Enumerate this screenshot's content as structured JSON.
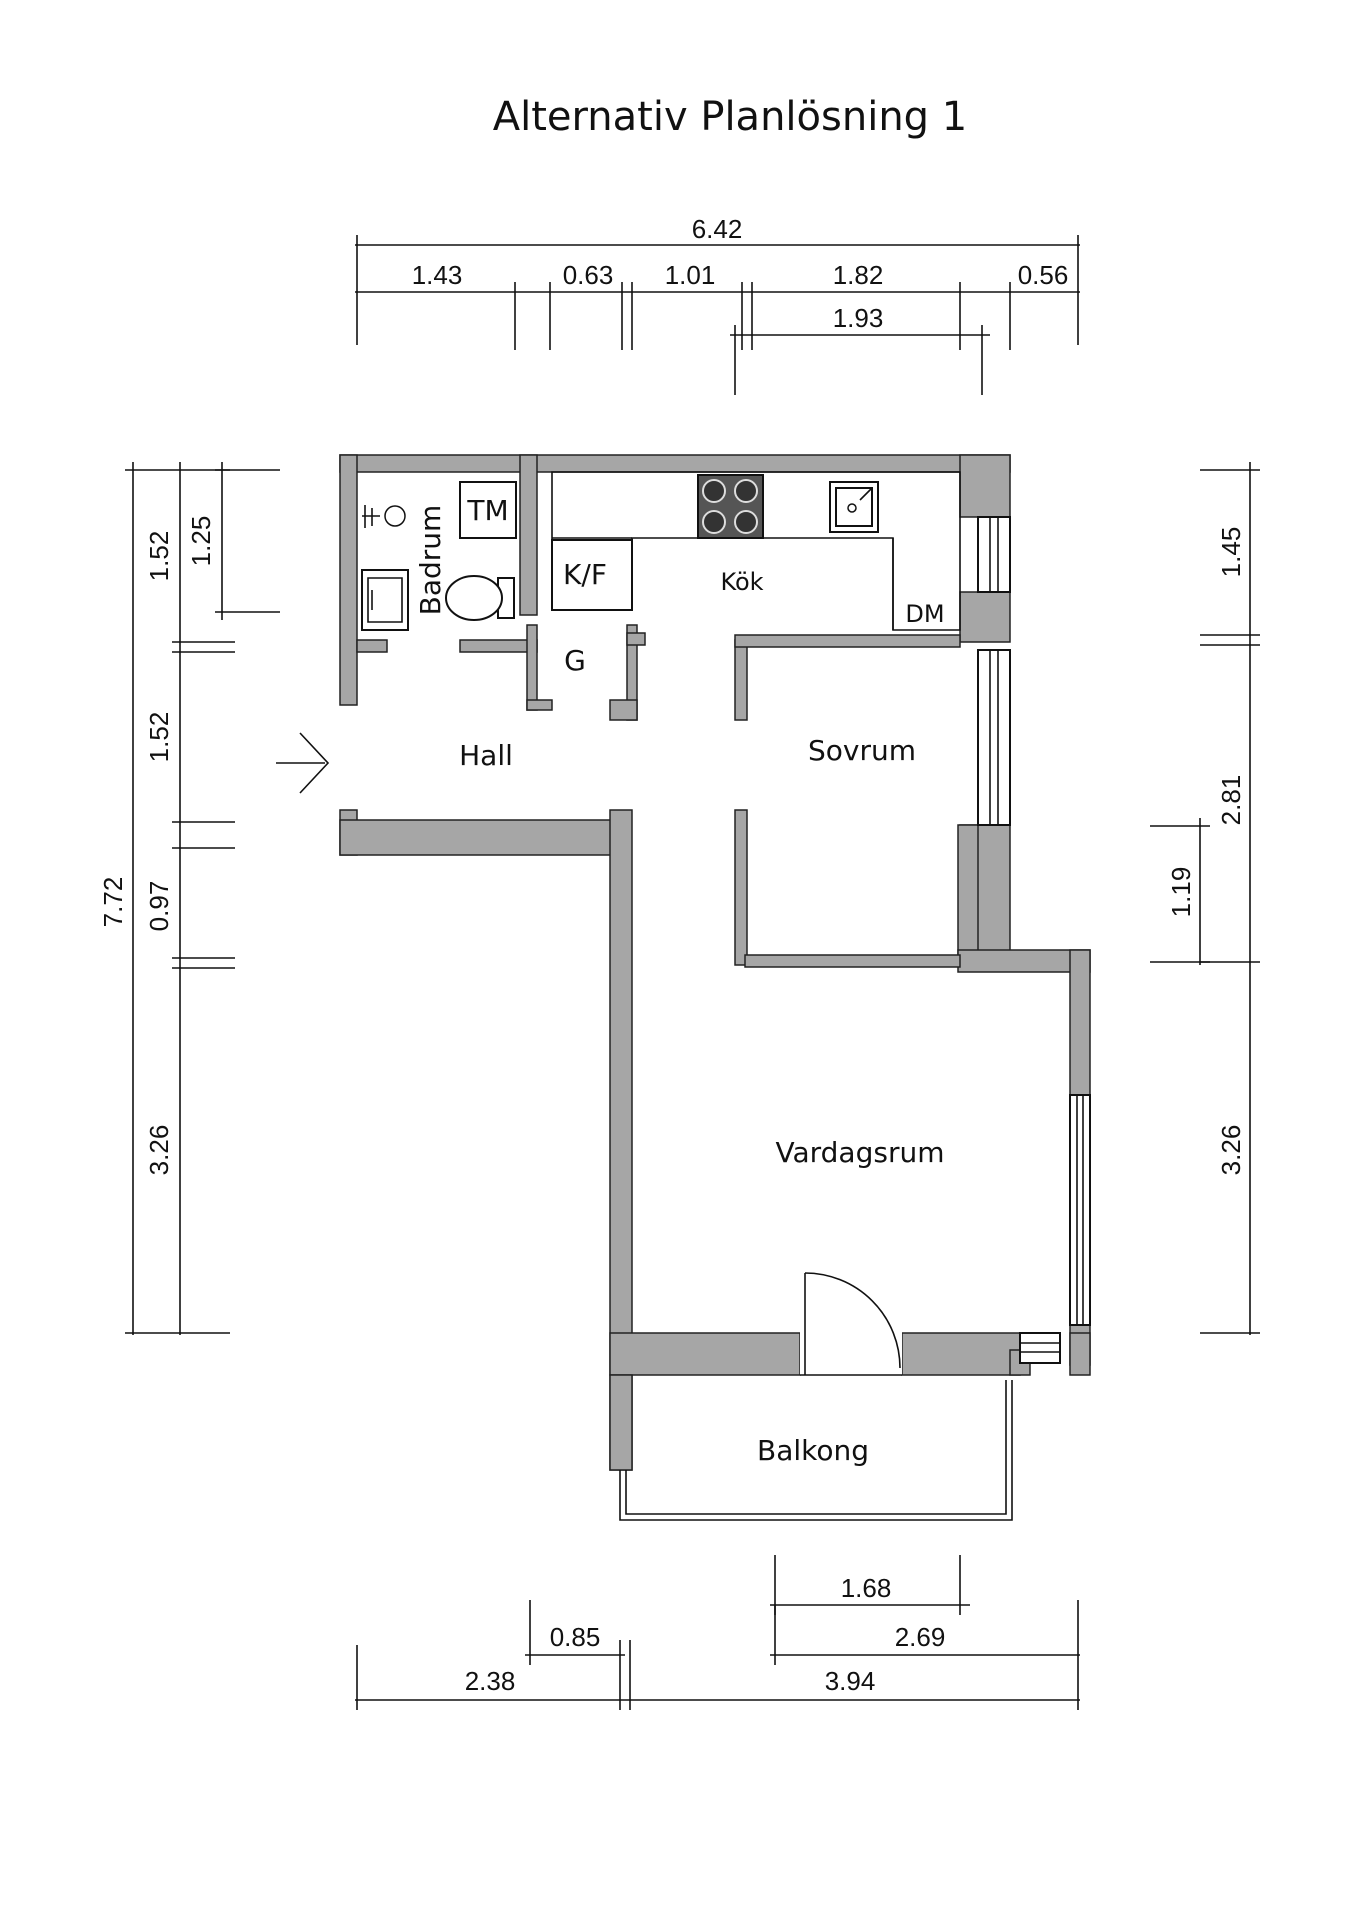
{
  "title": "Alternativ Planlösning 1",
  "rooms": {
    "bathroom": "Badrum",
    "washer": "TM",
    "fridge": "K/F",
    "kitchen": "Kök",
    "dishwasher": "DM",
    "wardrobe": "G",
    "hall": "Hall",
    "bedroom": "Sovrum",
    "living": "Vardagsrum",
    "balcony": "Balkong"
  },
  "dimensions": {
    "top_total": "6.42",
    "top_1": "1.43",
    "top_2": "0.63",
    "top_3": "1.01",
    "top_4": "1.82",
    "top_5": "0.56",
    "top_sub": "1.93",
    "left_total": "7.72",
    "left_1": "1.52",
    "left_1b": "1.25",
    "left_2": "1.52",
    "left_3": "0.97",
    "left_4": "3.26",
    "right_1": "1.45",
    "right_2": "2.81",
    "right_2b": "1.19",
    "right_3": "3.26",
    "bottom_1": "1.68",
    "bottom_2": "2.69",
    "bottom_3": "0.85",
    "bottom_4": "2.38",
    "bottom_5": "3.94"
  }
}
